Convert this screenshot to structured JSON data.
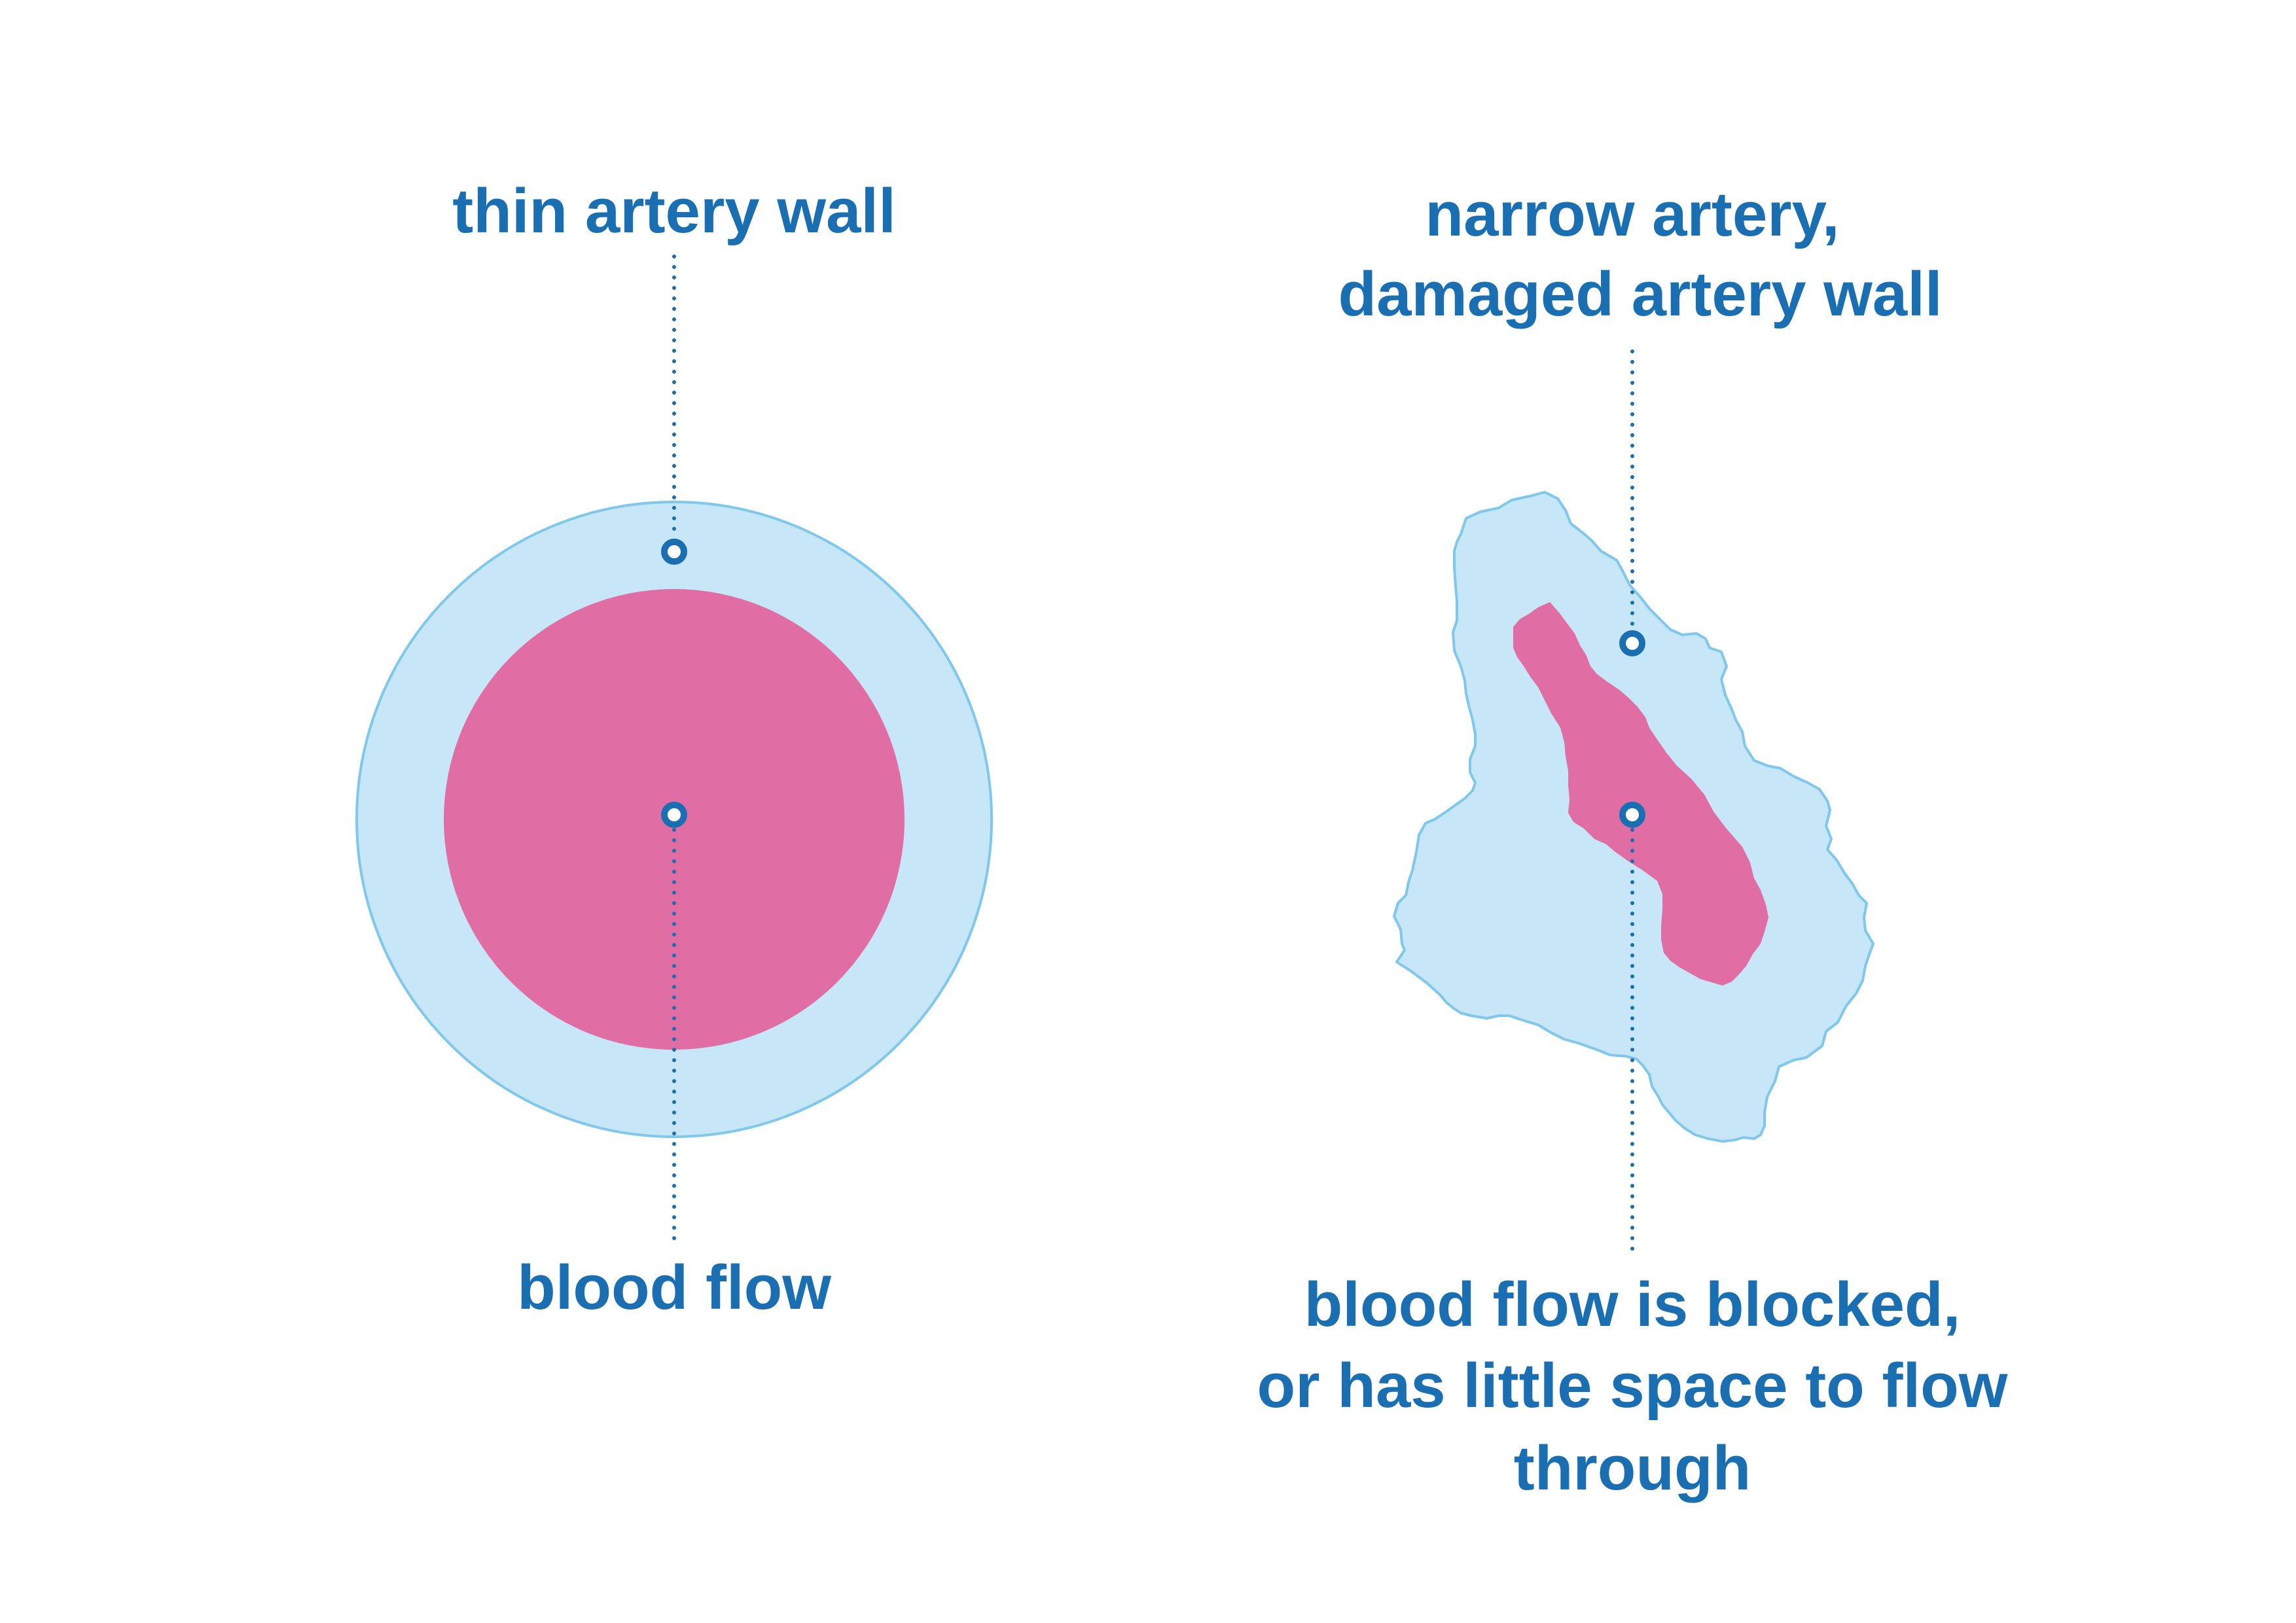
{
  "colors": {
    "text": "#1a6fb3",
    "wall_fill": "#c7e6f8",
    "wall_stroke": "#7fc8ec",
    "blood": "#e06ea5",
    "marker": "#1a6fb3",
    "background": "#ffffff"
  },
  "healthy": {
    "wall_label": "thin artery wall",
    "flow_label": "blood flow"
  },
  "damaged": {
    "wall_label_line1": "narrow artery,",
    "wall_label_line2": "damaged artery wall",
    "flow_label_line1": "blood flow is blocked,",
    "flow_label_line2": "or has little space to flow",
    "flow_label_line3": "through"
  }
}
